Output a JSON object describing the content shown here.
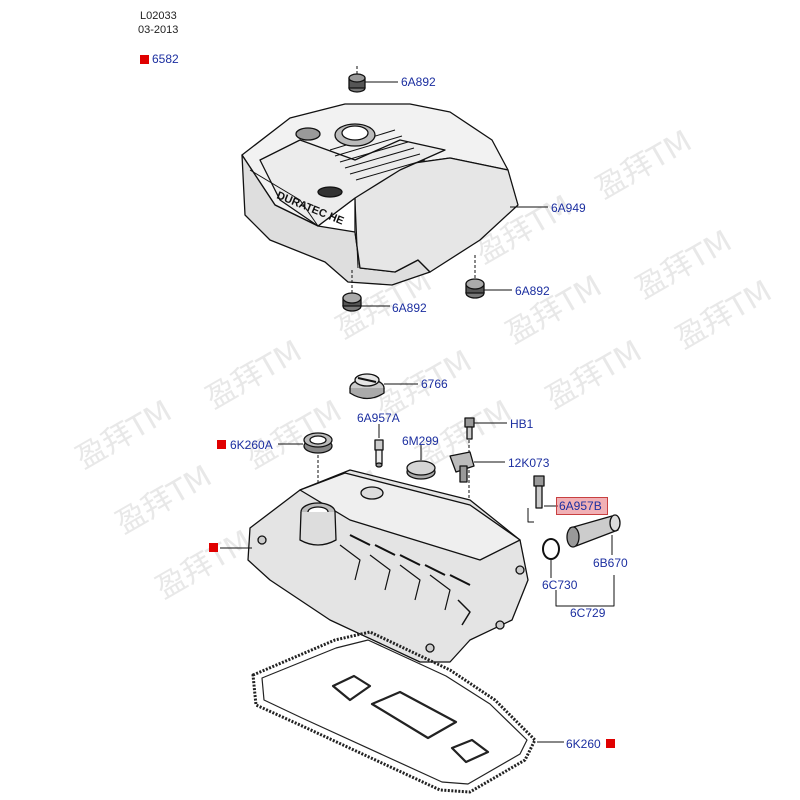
{
  "header": {
    "code": "L02033",
    "date": "03-2013"
  },
  "markers": {
    "color": "#e00000",
    "highlight": "#e8707a"
  },
  "callouts": {
    "c6582": "6582",
    "c6A892_top": "6A892",
    "c6A949": "6A949",
    "c6A892_right": "6A892",
    "c6A892_bottom": "6A892",
    "c6766": "6766",
    "c6A957A": "6A957A",
    "cHB1": "HB1",
    "c6K260A": "6K260A",
    "c6M299": "6M299",
    "c12K073": "12K073",
    "c6A957B": "6A957B",
    "c6B670": "6B670",
    "c6C730": "6C730",
    "c6C729": "6C729",
    "c6K260": "6K260"
  },
  "cover_lettering": "DURATEC HE",
  "watermark": "盈拜TM"
}
